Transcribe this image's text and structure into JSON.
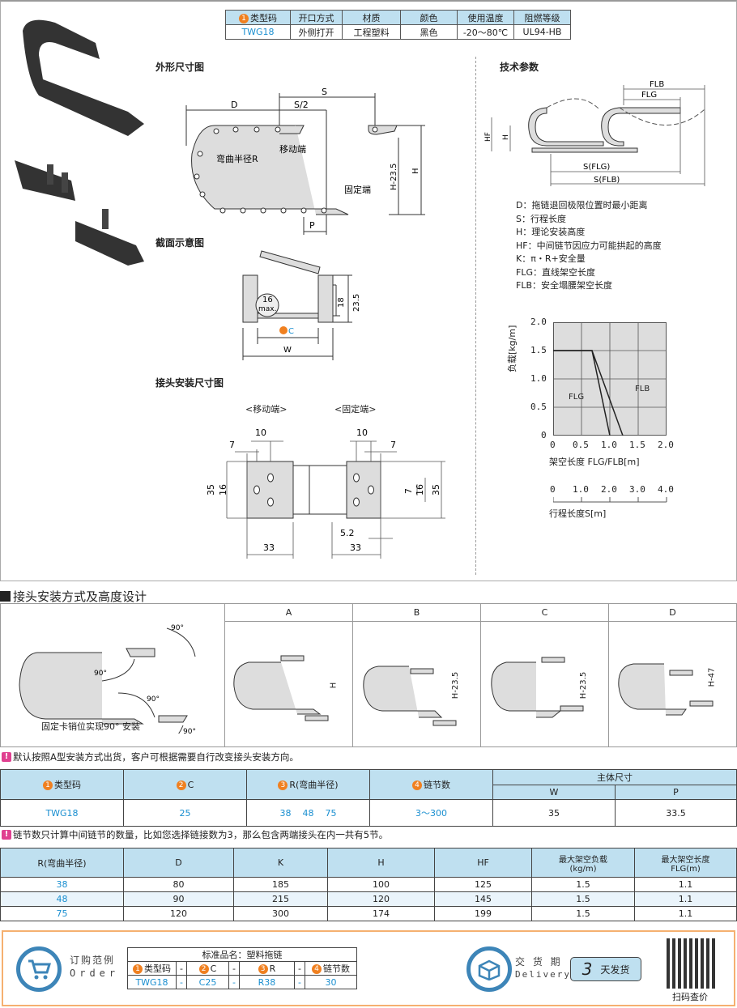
{
  "spec_table": {
    "headers": [
      "类型码",
      "开口方式",
      "材质",
      "颜色",
      "使用温度",
      "阻燃等级"
    ],
    "header_badge": "1",
    "values": [
      "TWG18",
      "外侧打开",
      "工程塑料",
      "黑色",
      "-20～80℃",
      "UL94-HB"
    ]
  },
  "sections": {
    "outline": "外形尺寸图",
    "cross_section": "截面示意图",
    "joint": "接头安装尺寸图",
    "tech": "技术参数"
  },
  "outline_labels": {
    "D": "D",
    "S": "S",
    "S_half": "S/2",
    "bend": "弯曲半径R",
    "moving": "移动端",
    "fixed": "固定端",
    "H": "H",
    "H_minus": "H-23.5",
    "P": "P"
  },
  "cross_labels": {
    "dia": "16",
    "max": "max.",
    "h18": "18",
    "h235": "23.5",
    "c_badge": "2",
    "c": "C",
    "w": "W"
  },
  "joint_labels": {
    "moving": "<移动端>",
    "fixed": "<固定端>",
    "d10a": "10",
    "d7a": "7",
    "d10b": "10",
    "d7b": "7",
    "d35a": "35",
    "d16a": "16",
    "d7c": "7",
    "d16b": "16",
    "d35b": "35",
    "d52": "5.2",
    "d33a": "33",
    "d33b": "33"
  },
  "tech_labels": {
    "flb": "FLB",
    "flg": "FLG",
    "hf": "HF",
    "h": "H",
    "s_flg": "S(FLG)",
    "s_flb": "S(FLB)"
  },
  "legend": [
    "D：拖链退回极限位置时最小距离",
    "S：行程长度",
    "H：理论安装高度",
    "HF：中间链节因应力可能拱起的高度",
    "K：π・R+安全量",
    "FLG：直线架空长度",
    "FLB：安全塌腰架空长度"
  ],
  "chart_data": {
    "type": "line",
    "title": "",
    "xlabel": "架空长度 FLG/FLB[m]",
    "ylabel": "负载[kg/m]",
    "xlim": [
      0,
      2.0
    ],
    "ylim": [
      0,
      2.0
    ],
    "x_ticks": [
      "0",
      "0.5",
      "1.0",
      "1.5",
      "2.0"
    ],
    "y_ticks": [
      "0",
      "0.5",
      "1.0",
      "1.5",
      "2.0"
    ],
    "grid": true,
    "series": [
      {
        "name": "FLG",
        "x": [
          0,
          0.68,
          1.0
        ],
        "y": [
          1.5,
          1.5,
          0
        ]
      },
      {
        "name": "FLB",
        "x": [
          0,
          0.68,
          1.23
        ],
        "y": [
          1.5,
          1.5,
          0
        ]
      }
    ],
    "secondary_axis": {
      "label": "行程长度S[m]",
      "ticks": [
        "0",
        "1.0",
        "2.0",
        "3.0",
        "4.0"
      ]
    }
  },
  "mount_section": {
    "title": "接头安装方式及高度设计",
    "caption": "固定卡销位实现90° 安装",
    "angle": "90°",
    "columns": [
      {
        "label": "A",
        "dim": "H"
      },
      {
        "label": "B",
        "dim": "H-23.5"
      },
      {
        "label": "C",
        "dim": "H-23.5"
      },
      {
        "label": "D",
        "dim": "H-47"
      }
    ]
  },
  "note1": "默认按照A型安装方式出货，客户可根据需要自行改变接头安装方向。",
  "main_table": {
    "headers": [
      {
        "badge": "1",
        "label": "类型码"
      },
      {
        "badge": "2",
        "label": "C"
      },
      {
        "badge": "3",
        "label": "R(弯曲半径)"
      },
      {
        "badge": "4",
        "label": "链节数"
      }
    ],
    "group_header": "主体尺寸",
    "sub_headers": [
      "W",
      "P"
    ],
    "row": {
      "type": "TWG18",
      "c": "25",
      "r": "38    48    75",
      "links": "3～300",
      "w": "35",
      "p": "33.5"
    }
  },
  "note2": "链节数只计算中间链节的数量，比如您选择链接数为3，那么包含两端接头在内一共有5节。",
  "dim_table": {
    "headers": [
      "R(弯曲半径)",
      "D",
      "K",
      "H",
      "HF",
      "最大架空负载\n(kg/m)",
      "最大架空长度\nFLG(m)"
    ],
    "rows": [
      [
        "38",
        "80",
        "185",
        "100",
        "125",
        "1.5",
        "1.1"
      ],
      [
        "48",
        "90",
        "215",
        "120",
        "145",
        "1.5",
        "1.1"
      ],
      [
        "75",
        "120",
        "300",
        "174",
        "199",
        "1.5",
        "1.1"
      ]
    ]
  },
  "order": {
    "title_cn": "订购范例",
    "title_en": "Order",
    "std_name": "标准品名：塑料拖链",
    "cols": [
      {
        "badge": "1",
        "label": "类型码",
        "value": "TWG18"
      },
      {
        "badge": "2",
        "label": "C",
        "value": "C25"
      },
      {
        "badge": "3",
        "label": "R",
        "value": "R38"
      },
      {
        "badge": "4",
        "label": "链节数",
        "value": "30"
      }
    ],
    "sep": "-",
    "delivery_cn": "交 货 期",
    "delivery_en": "Delivery",
    "days": "3",
    "days_label": "天发货",
    "qr_caption": "扫码查价"
  },
  "colors": {
    "accent_blue": "#1a8fd0",
    "header_bg": "#bfe0f0",
    "badge_orange": "#f08020",
    "order_border": "#f5b070",
    "icon_blue": "#3d85b8"
  }
}
